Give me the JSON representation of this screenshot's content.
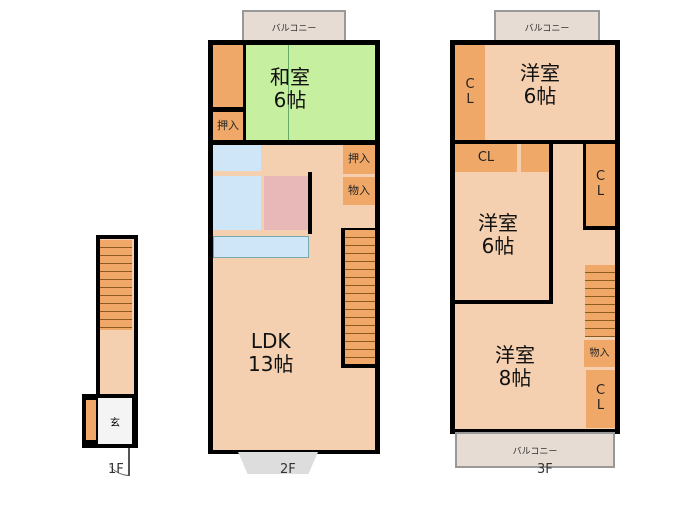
{
  "floors": {
    "f1": {
      "label": "1F",
      "entrance": "玄"
    },
    "f2": {
      "label": "2F",
      "balcony": "バルコニー",
      "washitsu": "和室\n6帖",
      "oshiire1": "押入",
      "oshiire2": "押入",
      "monoire": "物入",
      "ldk": "LDK\n13帖"
    },
    "f3": {
      "label": "3F",
      "balcony_top": "バルコニー",
      "balcony_bottom": "バルコニー",
      "room1": "洋室\n6帖",
      "room2": "洋室\n6帖",
      "room3": "洋室\n8帖",
      "cl1": "C\nL",
      "cl2": "CL",
      "cl3": "C\nL",
      "cl4": "C\nL",
      "monoire": "物入"
    }
  },
  "colors": {
    "room": "#f4d0b0",
    "closet": "#f0a868",
    "tatami": "#c6efa0",
    "wet": "#cfe6f8"
  }
}
